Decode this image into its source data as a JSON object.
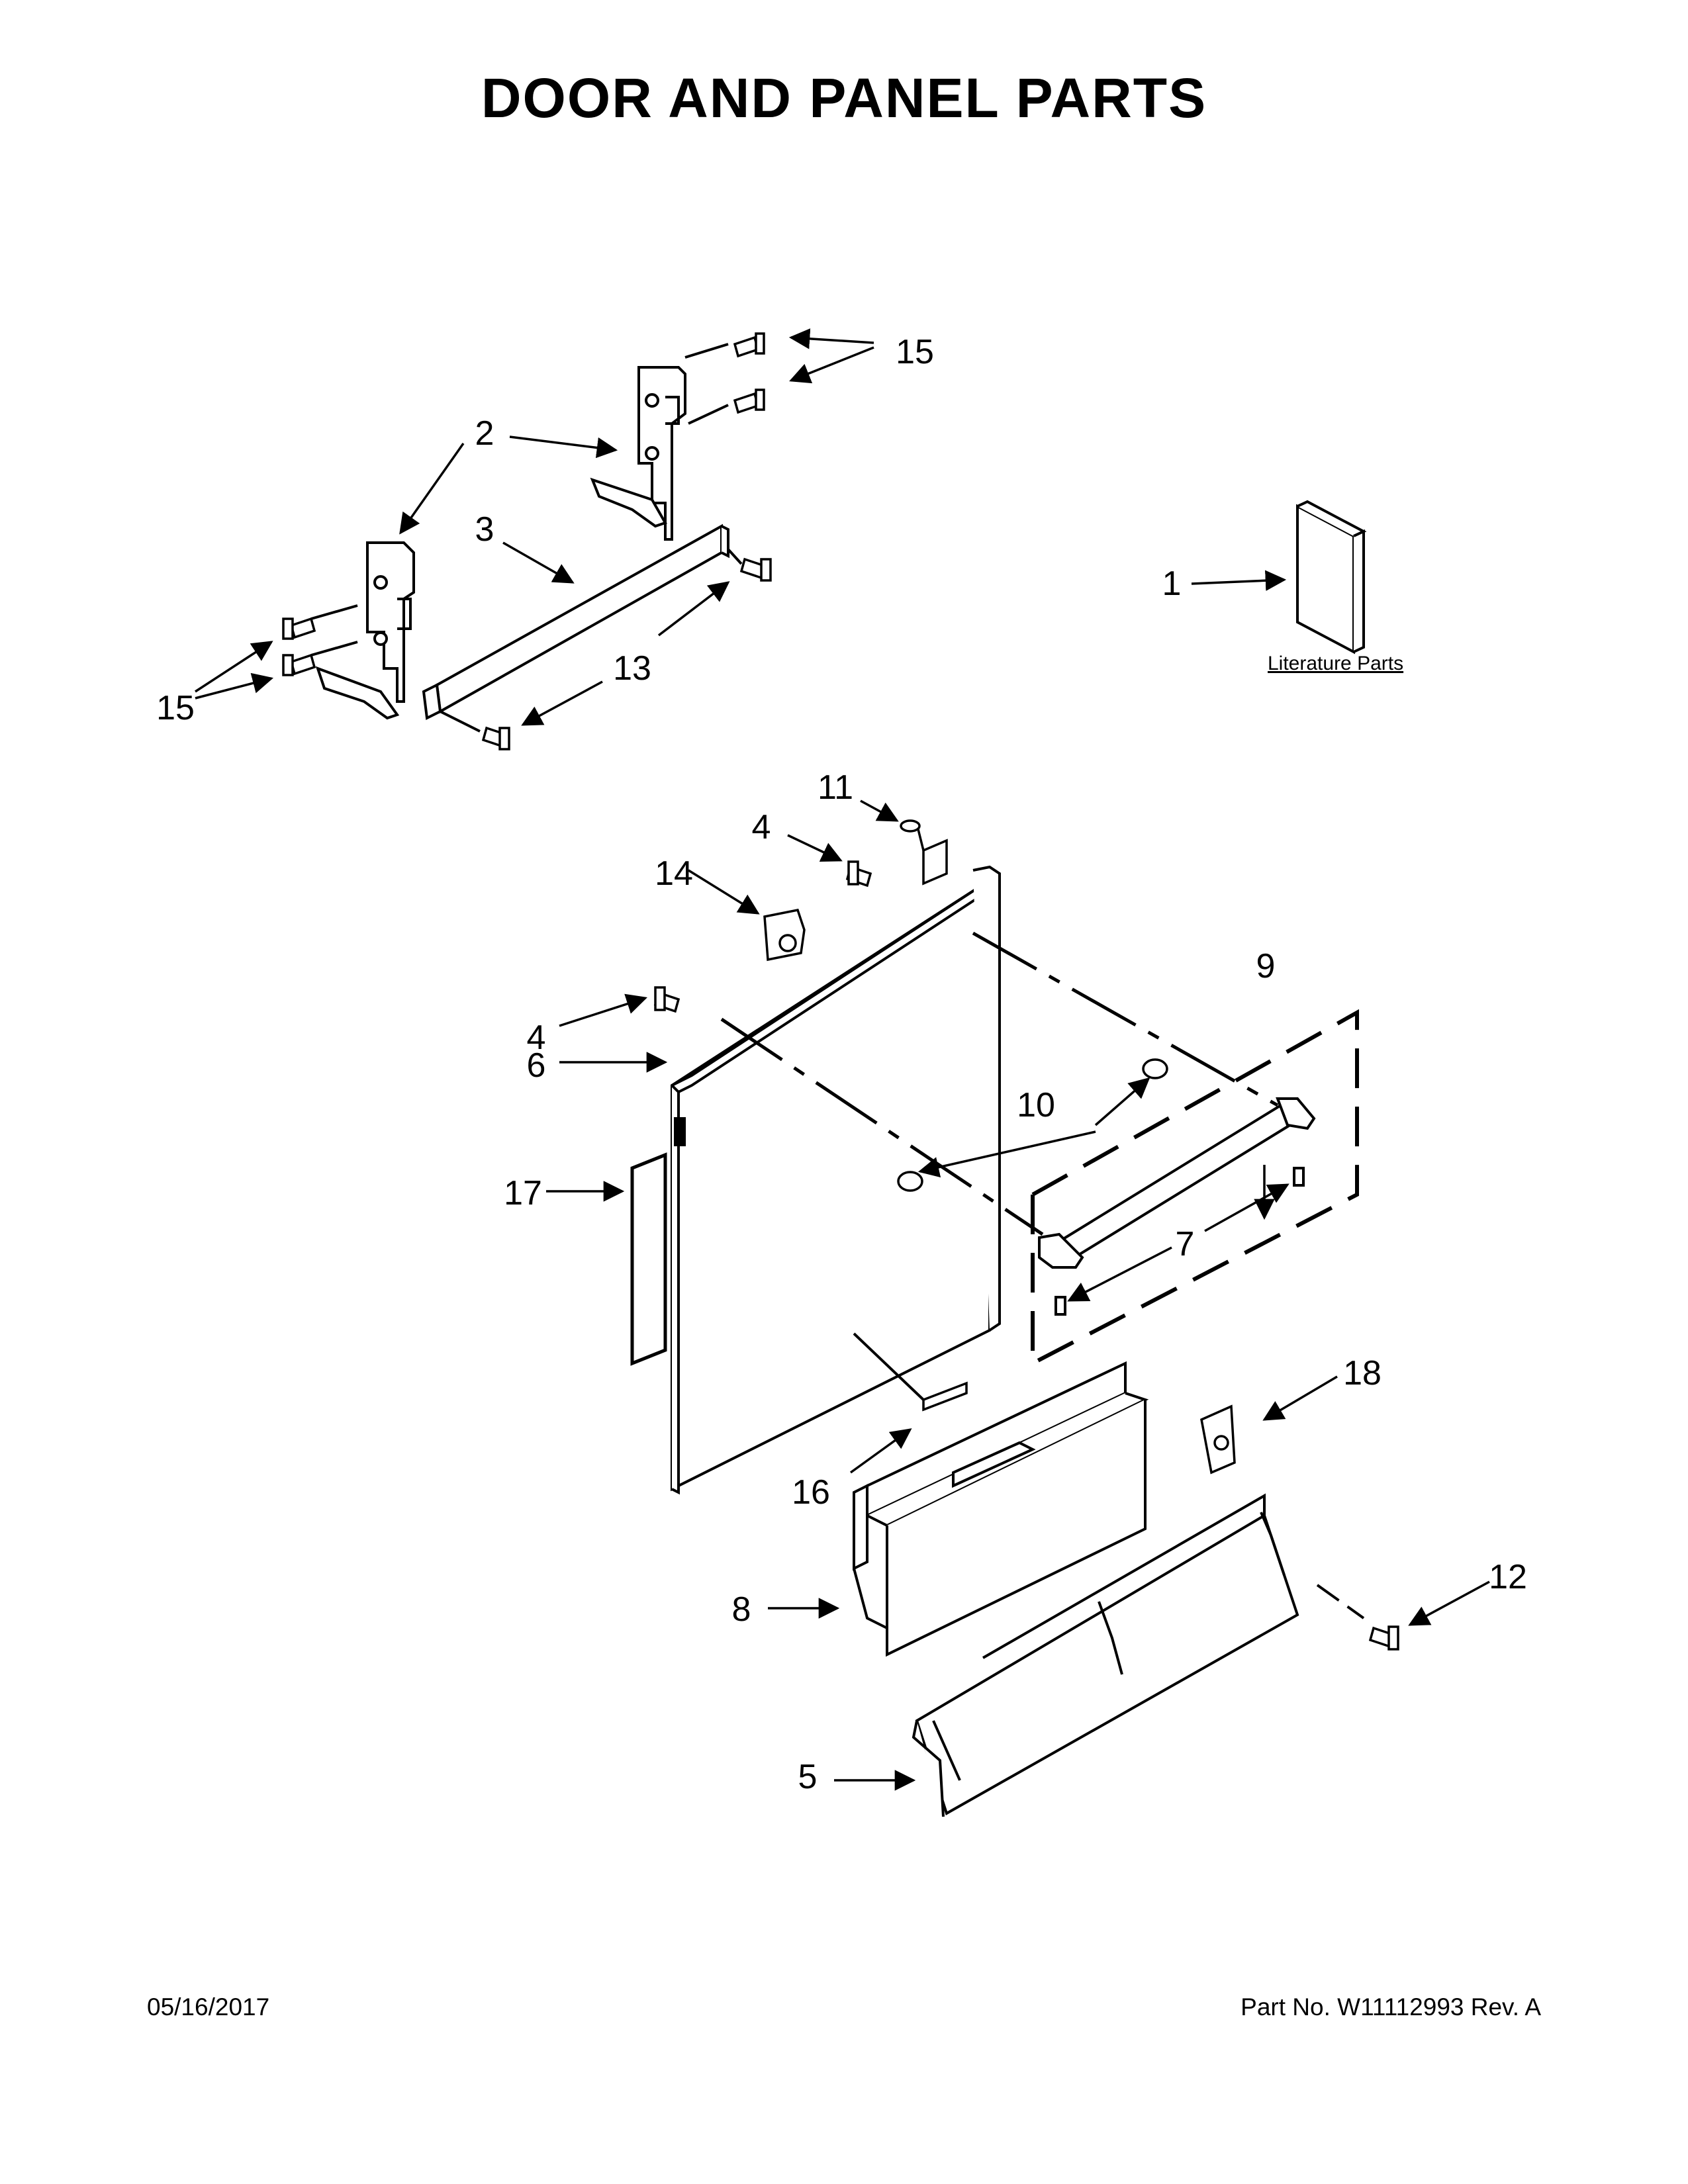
{
  "title": "DOOR AND PANEL PARTS",
  "footer": {
    "date": "05/16/2017",
    "part": "Part No.  W11112993  Rev.  A"
  },
  "literature_label": "Literature Parts",
  "callouts": {
    "c1": "1",
    "c2": "2",
    "c3": "3",
    "c4a": "4",
    "c4b": "4",
    "c5": "5",
    "c6": "6",
    "c7": "7",
    "c8": "8",
    "c9": "9",
    "c10": "10",
    "c11": "11",
    "c12": "12",
    "c13": "13",
    "c14": "14",
    "c15a": "15",
    "c15b": "15",
    "c16": "16",
    "c17": "17",
    "c18": "18"
  }
}
